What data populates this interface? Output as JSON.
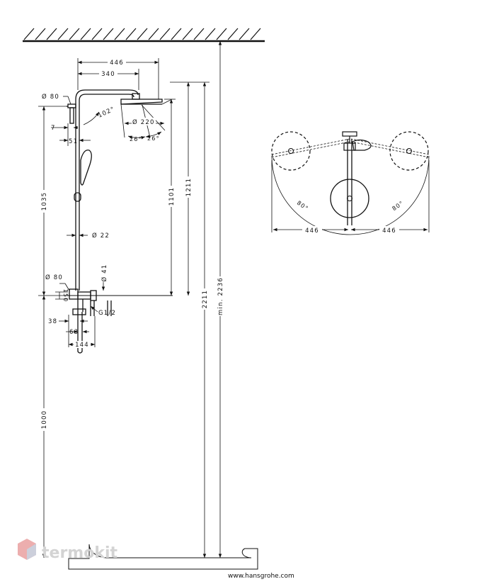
{
  "side_view": {
    "dims": {
      "width_446": "446",
      "width_340": "340",
      "angle_102": "102°",
      "head_d80": "Ø 80",
      "offset_7": "7",
      "offset_51": "51",
      "head_d220": "Ø 220",
      "tilt_26_left": "26°",
      "tilt_26_right": "26°",
      "height_1035": "1035",
      "height_1101": "1101",
      "height_1211": "1211",
      "height_2211": "2211",
      "min_height": "min. 2236",
      "pipe_d22": "Ø 22",
      "mixer_d80": "Ø 80",
      "mixer_d41": "Ø 41",
      "outlet_150": "150",
      "thread": "G1/2",
      "depth_38": "38",
      "depth_63": "63",
      "depth_144": "144",
      "floor_1000": "1000"
    }
  },
  "top_view": {
    "dims": {
      "left_446": "446",
      "right_446": "446",
      "swivel_left": "80°",
      "swivel_right": "80°"
    }
  },
  "watermark": "termokit",
  "footer_url": "www.hansgrohe.com",
  "colors": {
    "line": "#111111",
    "watermark_red": "#e24a4a",
    "watermark_gray": "#d3d3d3"
  }
}
